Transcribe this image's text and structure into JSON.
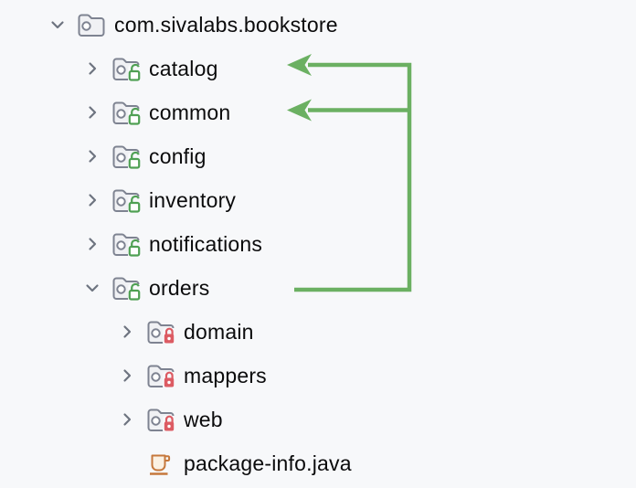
{
  "colors": {
    "background": "#f7f8fa",
    "text": "#0b0b0c",
    "chevron": "#6e7480",
    "folder_stroke": "#7e8391",
    "folder_fill": "#f0f1f4",
    "folder_circle_fill": "#ffffff",
    "unlocked_badge_green": "#4fa053",
    "locked_badge_red": "#dc5b63",
    "java_icon_orange": "#c6783c",
    "java_icon_fill": "#fbf1e3",
    "arrow_green": "#6bb062"
  },
  "tree": {
    "items": [
      {
        "label": "com.sivalabs.bookstore",
        "level": 0,
        "state": "expanded",
        "icon": "package-folder",
        "badge": "none"
      },
      {
        "label": "catalog",
        "level": 1,
        "state": "collapsed",
        "icon": "package-folder",
        "badge": "unlocked"
      },
      {
        "label": "common",
        "level": 1,
        "state": "collapsed",
        "icon": "package-folder",
        "badge": "unlocked"
      },
      {
        "label": "config",
        "level": 1,
        "state": "collapsed",
        "icon": "package-folder",
        "badge": "unlocked"
      },
      {
        "label": "inventory",
        "level": 1,
        "state": "collapsed",
        "icon": "package-folder",
        "badge": "unlocked"
      },
      {
        "label": "notifications",
        "level": 1,
        "state": "collapsed",
        "icon": "package-folder",
        "badge": "unlocked"
      },
      {
        "label": "orders",
        "level": 1,
        "state": "expanded",
        "icon": "package-folder",
        "badge": "unlocked"
      },
      {
        "label": "domain",
        "level": 2,
        "state": "collapsed",
        "icon": "package-folder",
        "badge": "locked"
      },
      {
        "label": "mappers",
        "level": 2,
        "state": "collapsed",
        "icon": "package-folder",
        "badge": "locked"
      },
      {
        "label": "web",
        "level": 2,
        "state": "collapsed",
        "icon": "package-folder",
        "badge": "locked"
      },
      {
        "label": "package-info.java",
        "level": 2,
        "state": "none",
        "icon": "java-file",
        "badge": "none"
      }
    ]
  },
  "annotation": {
    "description": "green elbow arrows from orders pointing to catalog and common",
    "source_item": "orders",
    "target_items": [
      "catalog",
      "common"
    ]
  }
}
